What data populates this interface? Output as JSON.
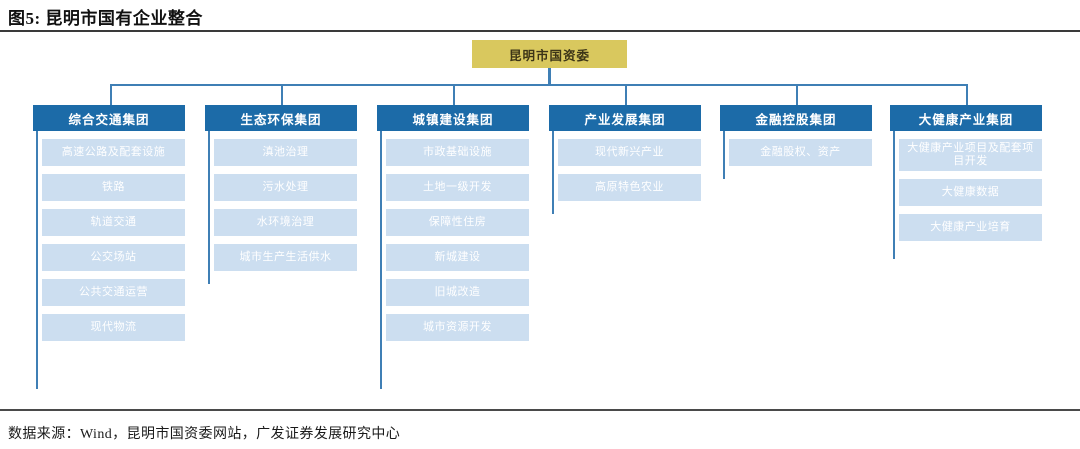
{
  "figure": {
    "title": "图5: 昆明市国有企业整合",
    "source_note": "数据来源：Wind，昆明市国资委网站，广发证券发展研究中心"
  },
  "colors": {
    "root_fill": "#d9c85e",
    "header_fill": "#1c6ba8",
    "item_fill": "#ccdef0",
    "connector": "#3f7fb5",
    "item_text": "#ffffff",
    "header_text": "#ffffff"
  },
  "chart_data": {
    "type": "diagram",
    "diagram_type": "organization-hierarchy-tree",
    "title": "图5: 昆明市国有企业整合",
    "root": {
      "label": "昆明市国资委"
    },
    "columns": [
      {
        "header": "综合交通集团",
        "items": [
          "高速公路及配套设施",
          "铁路",
          "轨道交通",
          "公交场站",
          "公共交通运营",
          "现代物流"
        ]
      },
      {
        "header": "生态环保集团",
        "items": [
          "滇池治理",
          "污水处理",
          "水环境治理",
          "城市生产生活供水"
        ]
      },
      {
        "header": "城镇建设集团",
        "items": [
          "市政基础设施",
          "土地一级开发",
          "保障性住房",
          "新城建设",
          "旧城改造",
          "城市资源开发"
        ]
      },
      {
        "header": "产业发展集团",
        "items": [
          "现代新兴产业",
          "高原特色农业"
        ]
      },
      {
        "header": "金融控股集团",
        "items": [
          "金融股权、资产"
        ]
      },
      {
        "header": "大健康产业集团",
        "items": [
          "大健康产业项目及配套项目开发",
          "大健康数据",
          "大健康产业培育"
        ]
      }
    ]
  }
}
